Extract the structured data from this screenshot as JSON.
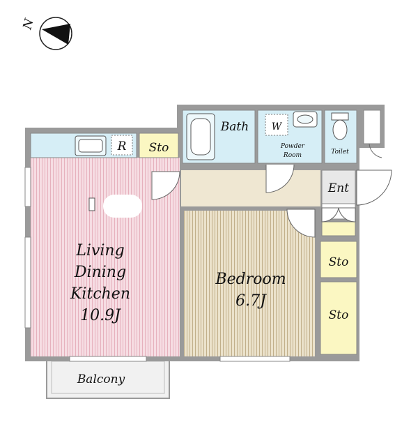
{
  "compass": {
    "label": "N"
  },
  "rooms": {
    "ldk": {
      "line1": "Living",
      "line2": "Dining",
      "line3": "Kitchen",
      "size": "10.9J"
    },
    "bedroom": {
      "line1": "Bedroom",
      "size": "6.7J"
    },
    "bath": {
      "label": "Bath"
    },
    "powder_room": {
      "line1": "Powder",
      "line2": "Room"
    },
    "washer": {
      "label": "W"
    },
    "toilet": {
      "label": "Toilet"
    },
    "entrance": {
      "label": "Ent"
    },
    "storage_top": {
      "label": "Sto"
    },
    "storage_right_1": {
      "label": "Sto"
    },
    "storage_right_2": {
      "label": "Sto"
    },
    "refrigerator": {
      "label": "R"
    },
    "balcony": {
      "label": "Balcony"
    }
  },
  "colors": {
    "wall": "#9a9a9a",
    "ldk_floor": "#f6dde3",
    "bedroom_floor": "#ebe2cb",
    "corridor_floor": "#efe7d2",
    "wet_area": "#d6eef6",
    "storage": "#fbf7c2",
    "balcony": "#f1f1f1"
  }
}
